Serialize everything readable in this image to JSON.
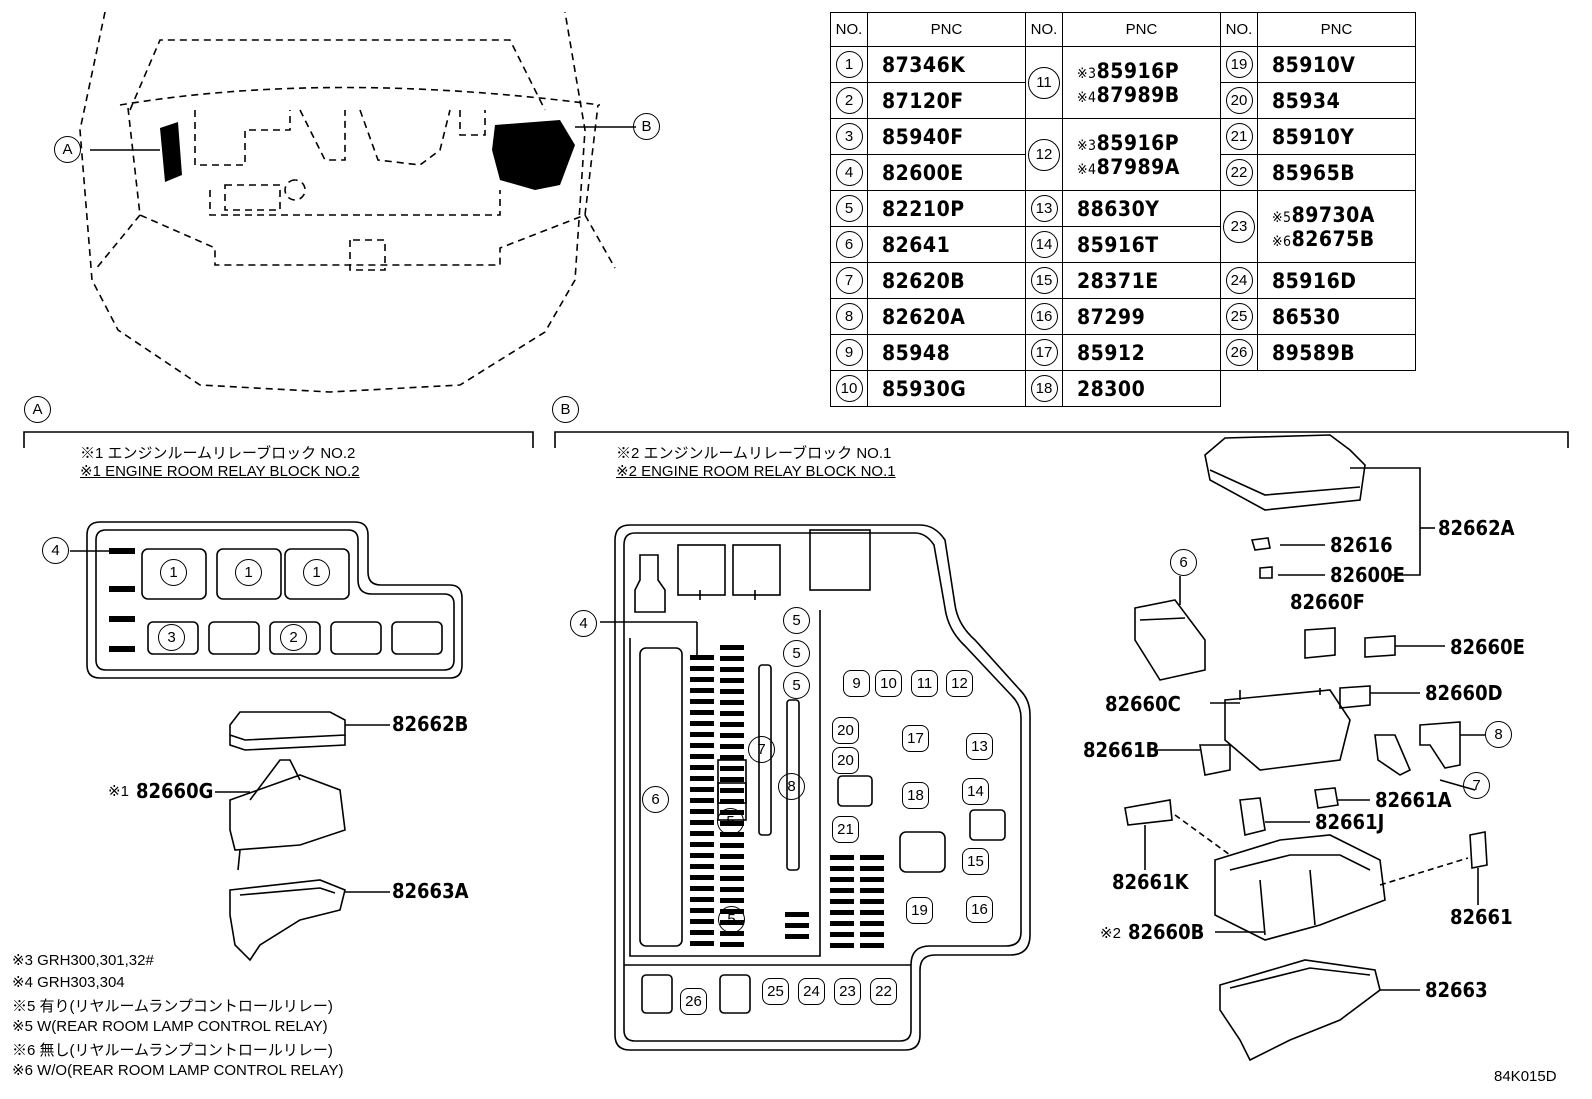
{
  "table": {
    "headers": [
      "NO.",
      "PNC"
    ],
    "rows": [
      {
        "no": "1",
        "pnc": "87346K"
      },
      {
        "no": "2",
        "pnc": "87120F"
      },
      {
        "no": "3",
        "pnc": "85940F"
      },
      {
        "no": "4",
        "pnc": "82600E"
      },
      {
        "no": "5",
        "pnc": "82210P"
      },
      {
        "no": "6",
        "pnc": "82641"
      },
      {
        "no": "7",
        "pnc": "82620B"
      },
      {
        "no": "8",
        "pnc": "82620A"
      },
      {
        "no": "9",
        "pnc": "85948"
      },
      {
        "no": "10",
        "pnc": "85930G"
      },
      {
        "no": "11",
        "pnc": [
          "※385916P",
          "※487989B"
        ]
      },
      {
        "no": "12",
        "pnc": [
          "※385916P",
          "※487989A"
        ]
      },
      {
        "no": "13",
        "pnc": "88630Y"
      },
      {
        "no": "14",
        "pnc": "85916T"
      },
      {
        "no": "15",
        "pnc": "28371E"
      },
      {
        "no": "16",
        "pnc": "87299"
      },
      {
        "no": "17",
        "pnc": "85912"
      },
      {
        "no": "18",
        "pnc": "28300"
      },
      {
        "no": "19",
        "pnc": "85910V"
      },
      {
        "no": "20",
        "pnc": "85934"
      },
      {
        "no": "21",
        "pnc": "85910Y"
      },
      {
        "no": "22",
        "pnc": "85965B"
      },
      {
        "no": "23",
        "pnc": [
          "※589730A",
          "※682675B"
        ]
      },
      {
        "no": "24",
        "pnc": "85916D"
      },
      {
        "no": "25",
        "pnc": "86530"
      },
      {
        "no": "26",
        "pnc": "89589B"
      }
    ]
  },
  "overview": {
    "marker_a": "A",
    "marker_b": "B"
  },
  "section_a": {
    "marker": "A",
    "title_jp": "※1 エンジンルームリレーブロック NO.2",
    "title_en": "※1 ENGINE ROOM RELAY BLOCK NO.2",
    "block_labels": [
      "1",
      "1",
      "1",
      "3",
      "2"
    ],
    "callout": "4",
    "parts": {
      "cover": "82662B",
      "block": "82660G",
      "block_mark": "※1",
      "lower": "82663A"
    }
  },
  "section_b": {
    "marker": "B",
    "title_jp": "※2 エンジンルームリレーブロック NO.1",
    "title_en": "※2 ENGINE ROOM RELAY BLOCK NO.1",
    "block_labels": [
      "4",
      "5",
      "5",
      "5",
      "6",
      "7",
      "8",
      "5",
      "5",
      "9",
      "10",
      "11",
      "12",
      "20",
      "20",
      "17",
      "13",
      "18",
      "14",
      "21",
      "15",
      "19",
      "16",
      "26",
      "25",
      "24",
      "23",
      "22"
    ],
    "parts": {
      "p1": "82662A",
      "p2": "82616",
      "p3": "82600E",
      "p4": "82660F",
      "p5": "82660E",
      "p6": "82660D",
      "p7": "82660C",
      "p8": "82661B",
      "p9": "82661A",
      "p10": "82661J",
      "p11": "82661K",
      "p12": "82661",
      "p13": "82660B",
      "p13_mark": "※2",
      "p14": "82663"
    },
    "callouts": [
      "6",
      "8",
      "7"
    ]
  },
  "notes": [
    "※3 GRH300,301,32#",
    "※4 GRH303,304",
    "※5 有り(リヤルームランプコントロールリレー)",
    "※5 W(REAR ROOM LAMP CONTROL RELAY)",
    "※6 無し(リヤルームランプコントロールリレー)",
    "※6 W/O(REAR ROOM LAMP CONTROL RELAY)"
  ],
  "diagram_code": "84K015D"
}
